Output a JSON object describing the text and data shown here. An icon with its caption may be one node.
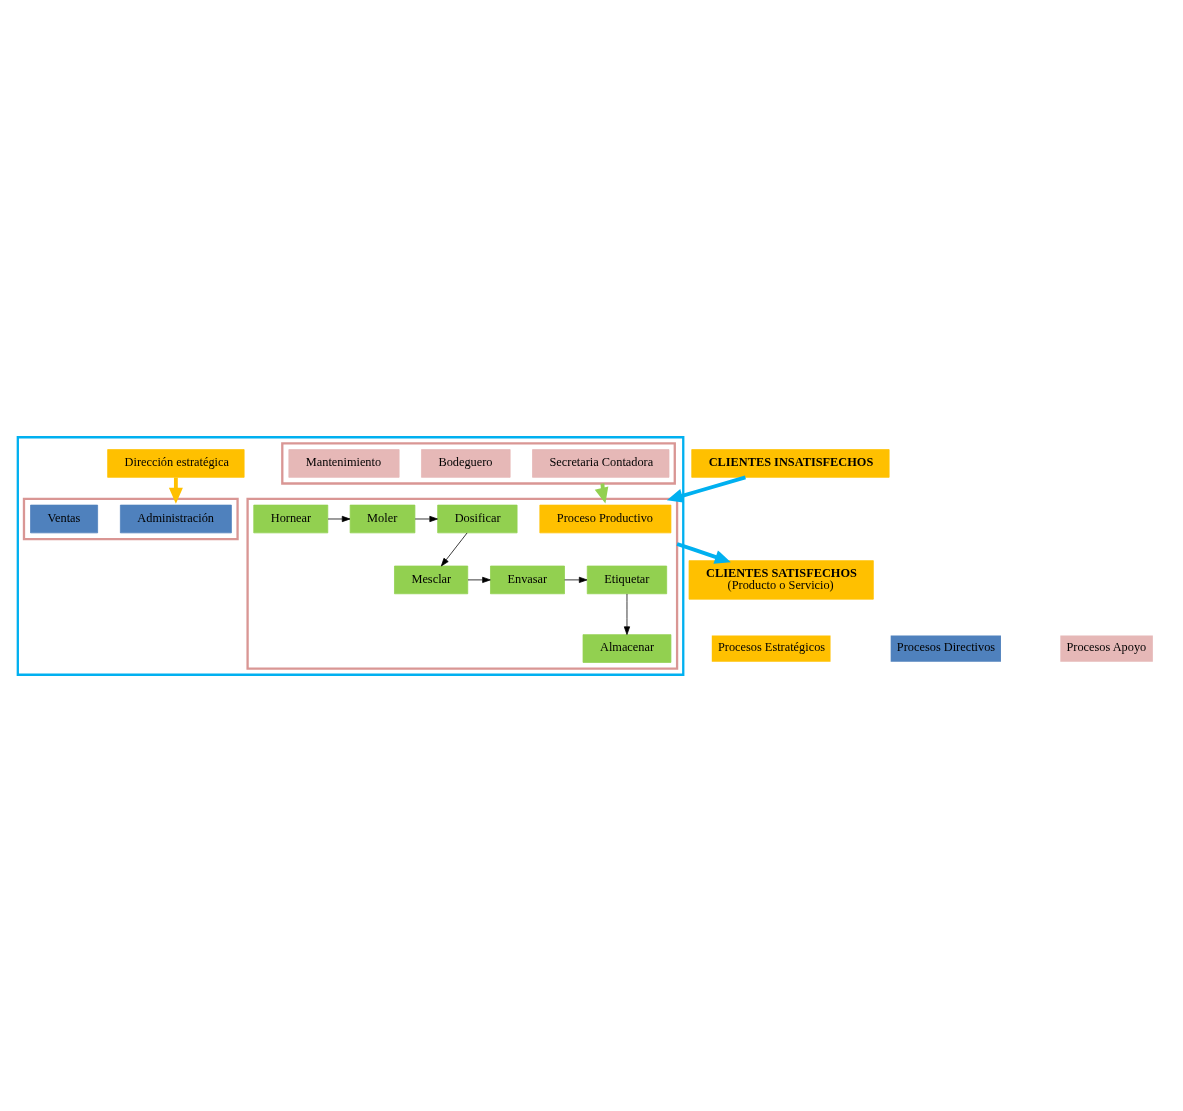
{
  "diagram": {
    "nodes": [
      {
        "text": [],
        "shape": "box"
      },
      {
        "text": [
          "Dirección estratégica"
        ],
        "in": 0
      },
      {
        "text": [],
        "shape": "box",
        "in": 0
      },
      {
        "text": [
          "Administración"
        ],
        "in": 2
      },
      {
        "text": [
          "Ventas"
        ],
        "in": 2
      },
      {
        "text": [],
        "shape": "box",
        "in": 0
      },
      {
        "text": [
          "Proceso Productivo"
        ],
        "in": 5
      },
      {
        "text": [
          "Hornear"
        ],
        "in": 5
      },
      {
        "text": [
          "Moler"
        ],
        "in": 5
      },
      {
        "text": [
          "Dosificar"
        ],
        "in": 5
      },
      {
        "text": [
          "Etiquetar"
        ],
        "in": 5
      },
      {
        "text": [
          "Envasar"
        ],
        "in": 5
      },
      {
        "text": [
          "Mesclar"
        ],
        "in": 5
      },
      {
        "text": [
          "Almacenar"
        ],
        "in": 5
      },
      {
        "text": [],
        "shape": "box",
        "in": 0
      },
      {
        "text": [
          "Secretaria Contadora"
        ],
        "in": 14
      },
      {
        "text": [
          "Bodeguero"
        ],
        "in": 14
      },
      {
        "text": [
          "Mantenimiento"
        ],
        "in": 14
      },
      {
        "text": [
          "CLIENTES INSATISFECHOS"
        ]
      },
      {
        "text": [
          "CLIENTES SATISFECHOS",
          "(Producto o Servicio)"
        ]
      }
    ],
    "edges": [
      {
        "from": 1,
        "to": 2,
        "arrow": "to",
        "style": "thick",
        "color": "#ffc000"
      },
      {
        "from": 18,
        "to": 5,
        "arrow": "to",
        "style": "thick",
        "color": "#00b0f0"
      },
      {
        "from": 5,
        "to": 19,
        "arrow": "to",
        "style": "thick",
        "color": "#00b0f0"
      },
      {
        "from": 14,
        "to": 5,
        "arrow": "to",
        "style": "thick",
        "color": "#92d050"
      },
      {
        "from": 7,
        "to": 8,
        "arrow": "to"
      },
      {
        "from": 8,
        "to": 9,
        "arrow": "to"
      },
      {
        "from": 9,
        "to": 12,
        "arrow": "to"
      },
      {
        "from": 12,
        "to": 11,
        "arrow": "to"
      },
      {
        "from": 11,
        "to": 10,
        "arrow": "to"
      },
      {
        "from": 10,
        "to": 13,
        "arrow": "to"
      }
    ],
    "legend": [
      {
        "text": "Procesos Estratégicos",
        "color": "#ffc000"
      },
      {
        "text": "Procesos Directivos",
        "color": "#4f81bd"
      },
      {
        "text": "Procesos Apoyo",
        "color": "#e6b8b7"
      }
    ]
  }
}
